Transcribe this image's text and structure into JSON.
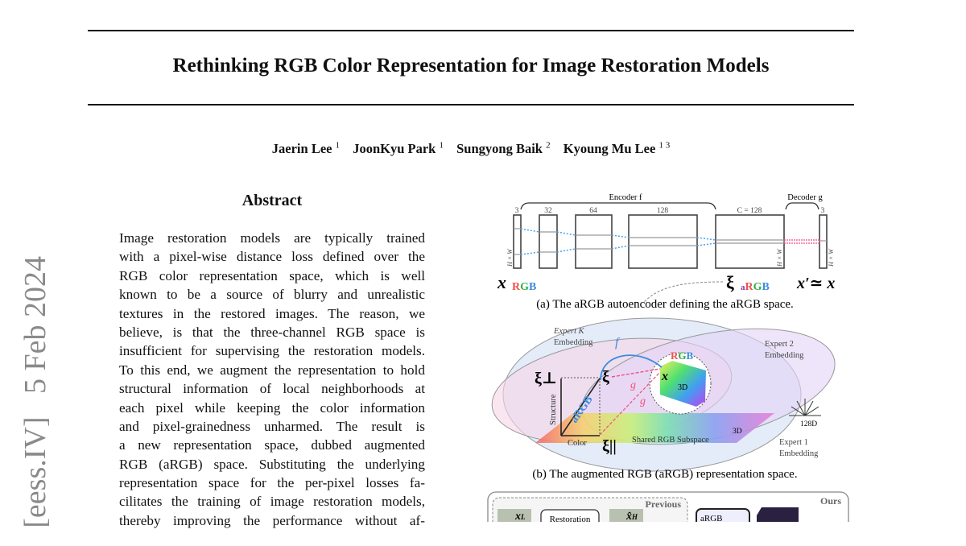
{
  "title": "Rethinking RGB Color Representation for Image Restoration Models",
  "authors": [
    {
      "name": "Jaerin Lee",
      "aff": "1"
    },
    {
      "name": "JoonKyu Park",
      "aff": "1"
    },
    {
      "name": "Sungyong Baik",
      "aff": "2"
    },
    {
      "name": "Kyoung Mu Lee",
      "aff": "1 3"
    }
  ],
  "watermark": "[eess.IV]   5 Feb 2024",
  "abstract": {
    "heading": "Abstract",
    "lines": [
      "Image restoration models are typically trained",
      "with a pixel-wise distance loss defined over the",
      "RGB color representation space, which is well",
      "known to be a source of blurry and unrealistic",
      "textures in the restored images. The reason, we",
      "believe, is that the three-channel RGB space is",
      "insufficient for supervising the restoration models.",
      "To this end, we augment the representation to hold",
      "structural information of local neighborhoods at",
      "each pixel while keeping the color information",
      "and pixel-grainedness unharmed. The result is",
      "a new representation space, dubbed augmented",
      "RGB (aRGB) space. Substituting the underlying",
      "representation space for the per-pixel losses fa-",
      "cilitates the training of image restoration models,",
      "thereby improving the performance without af-"
    ]
  },
  "figure": {
    "a": {
      "encoder_label": "Encoder f",
      "decoder_label": "Decoder g",
      "channels": [
        "3",
        "32",
        "64",
        "128",
        "C = 128",
        "3"
      ],
      "hw": "H × W",
      "x_rgb": "x",
      "rgb_sub": "RGB",
      "xi": "ξ",
      "argb_sub": "aRGB",
      "output": "x′≃ x",
      "caption": "(a) The aRGB autoencoder defining the aRGB space."
    },
    "b": {
      "expert_k": [
        "Expert K",
        "Embedding"
      ],
      "expert_2": [
        "Expert 2",
        "Embedding"
      ],
      "expert_1": [
        "Expert 1",
        "Embedding"
      ],
      "f": "f",
      "g": "g",
      "rgb": "RGB",
      "x": "x",
      "three_d": "3D",
      "xi_perp": "ξ⊥",
      "xi": "ξ",
      "xi_par": "ξ||",
      "structure": "Structure",
      "color": "Color",
      "argb": "aRGB",
      "shared": "Shared RGB Subspace",
      "dim128": "128D",
      "caption": "(b) The augmented RGB (aRGB) representation space."
    },
    "c": {
      "previous": "Previous",
      "ours": "Ours",
      "xl": "x",
      "xl_sub": "L",
      "restoration": "Restoration",
      "xh": "x̂",
      "xh_sub": "H",
      "argb": "aRGB"
    }
  }
}
